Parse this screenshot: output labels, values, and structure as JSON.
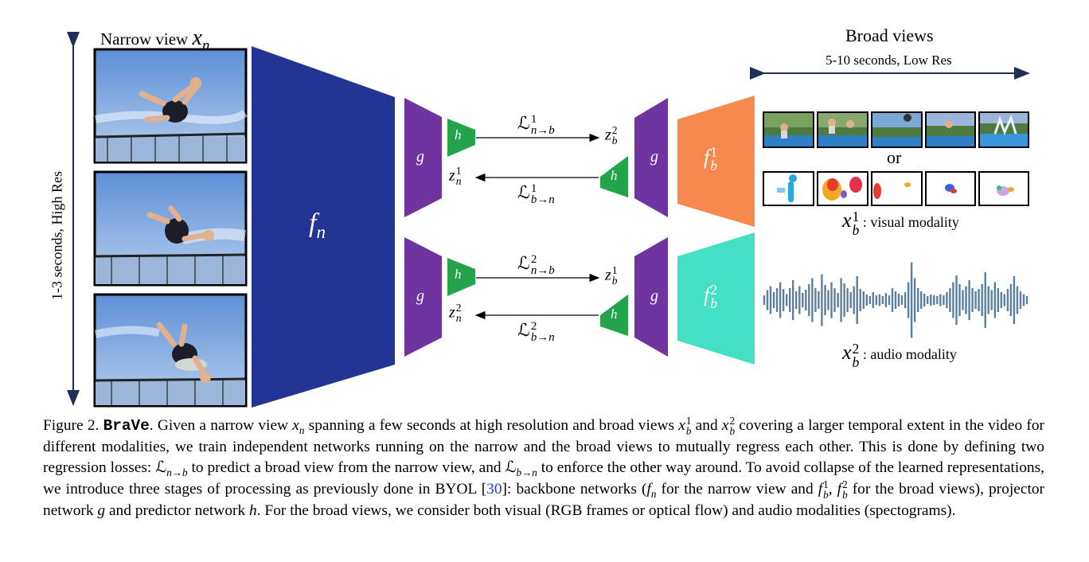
{
  "narrow": {
    "title": "Narrow view",
    "var": "x",
    "var_sub": "n",
    "time_label": "1-3 seconds, High Res"
  },
  "broad": {
    "title": "Broad views",
    "time_label": "5-10 seconds, Low Res",
    "or_label": "or",
    "visual_var": "x",
    "visual_sub": "b",
    "visual_sup": "1",
    "visual_label": ": visual modality",
    "audio_var": "x",
    "audio_sub": "b",
    "audio_sup": "2",
    "audio_label": ": audio modality"
  },
  "networks": {
    "backbone_narrow": "f",
    "backbone_narrow_sub": "n",
    "projector": "g",
    "predictor": "h",
    "backbone_broad": "f",
    "backbone_broad_sub": "b",
    "backbone_broad1_sup": "1",
    "backbone_broad2_sup": "2"
  },
  "losses": {
    "top_forward": {
      "sym": "ℒ",
      "sup": "1",
      "sub": "n→b"
    },
    "top_backward": {
      "sym": "ℒ",
      "sup": "1",
      "sub": "b→n"
    },
    "bottom_forward": {
      "sym": "ℒ",
      "sup": "2",
      "sub": "n→b"
    },
    "bottom_backward": {
      "sym": "ℒ",
      "sup": "2",
      "sub": "b→n"
    }
  },
  "embeddings": {
    "top_right": {
      "var": "z",
      "sub": "b",
      "sup": "2"
    },
    "top_left": {
      "var": "z",
      "sub": "n",
      "sup": "1"
    },
    "bottom_right": {
      "var": "z",
      "sub": "b",
      "sup": "1"
    },
    "bottom_left": {
      "var": "z",
      "sub": "n",
      "sup": "2"
    }
  },
  "colors": {
    "fn": "#223594",
    "g": "#7034a0",
    "h": "#23a34a",
    "fb1": "#f7894f",
    "fb2": "#45dfc4",
    "arrow": "#1f2f5a",
    "audio": "#5d7f9c"
  },
  "audio_amplitudes": [
    0.12,
    0.25,
    0.35,
    0.2,
    0.3,
    0.45,
    0.28,
    0.15,
    0.3,
    0.5,
    0.22,
    0.35,
    0.18,
    0.26,
    0.4,
    0.55,
    0.3,
    0.22,
    0.65,
    0.38,
    0.25,
    0.45,
    0.3,
    0.18,
    0.55,
    0.42,
    0.3,
    0.2,
    0.35,
    0.6,
    0.28,
    0.22,
    0.14,
    0.1,
    0.2,
    0.12,
    0.15,
    0.1,
    0.18,
    0.12,
    0.3,
    0.22,
    0.16,
    0.12,
    0.2,
    0.45,
    0.95,
    0.55,
    0.3,
    0.22,
    0.16,
    0.1,
    0.14,
    0.12,
    0.1,
    0.15,
    0.12,
    0.2,
    0.3,
    0.45,
    0.62,
    0.4,
    0.25,
    0.35,
    0.5,
    0.3,
    0.22,
    0.28,
    0.4,
    0.7,
    0.35,
    0.25,
    0.45,
    0.3,
    0.2,
    0.15,
    0.28,
    0.4,
    0.6,
    0.35,
    0.22,
    0.15,
    0.1
  ],
  "caption": {
    "prefix": "Figure 2. ",
    "bold": "BraVe",
    "p1": ". Given a narrow view ",
    "xn": "x",
    "xn_sub": "n",
    "p2": " spanning a few seconds at high resolution and broad views ",
    "p3": " and ",
    "p4": " covering a larger temporal extent in the video for different modalities, we train independent networks running on the narrow and the broad views to mutually regress each other. This is done by defining two regression losses: ",
    "p5": " to predict a broad view from the narrow view, and ",
    "p6": " to enforce the other way around. To avoid collapse of the learned representations, we introduce three stages of processing as previously done in BYOL [",
    "cite": "30",
    "p7": "]: backbone networks (",
    "p8": " for the narrow view and ",
    "p9": " for the broad views), projector network ",
    "p10": " and predictor network ",
    "p11": ". For the broad views, we consider both visual (RGB frames or optical flow) and audio modalities (spectograms)."
  }
}
